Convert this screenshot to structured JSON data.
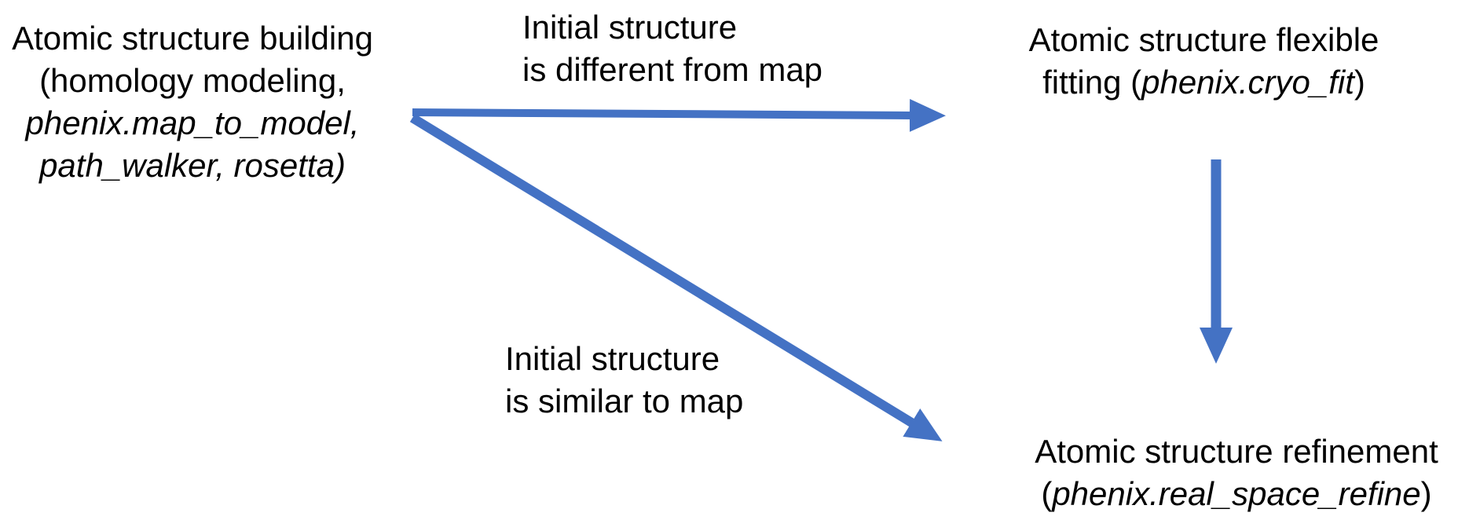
{
  "colors": {
    "arrow": "#4472C4"
  },
  "nodes": {
    "building": {
      "line1": "Atomic structure building",
      "line2": "(homology modeling,",
      "line3": "phenix.map_to_model,",
      "line4": "path_walker, rosetta)"
    },
    "fitting": {
      "line1": "Atomic structure flexible",
      "line2_pre": "fitting (",
      "line2_cmd": "phenix.cryo_fit",
      "line2_post": ")"
    },
    "refinement": {
      "line1": "Atomic structure refinement",
      "line2_pre": "(",
      "line2_cmd": "phenix.real_space_refine",
      "line2_post": ")"
    }
  },
  "labels": {
    "different": {
      "line1": "Initial structure",
      "line2": "is different from map"
    },
    "similar": {
      "line1": "Initial structure",
      "line2": "is similar to map"
    }
  }
}
